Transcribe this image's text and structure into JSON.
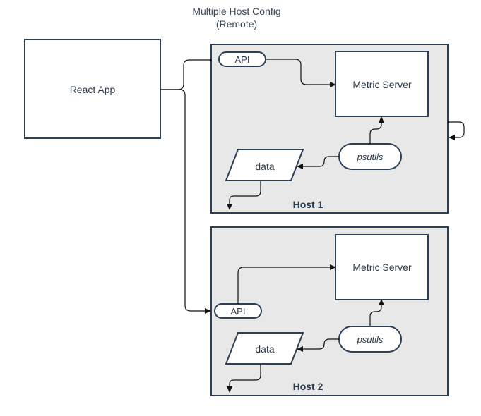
{
  "diagram": {
    "title_line1": "Multiple Host Config",
    "title_line2": "(Remote)",
    "client": {
      "label": "React App"
    },
    "hosts": [
      {
        "label": "Host 1",
        "api": "API",
        "metric_server": "Metric Server",
        "psutils": "psutils",
        "data": "data"
      },
      {
        "label": "Host 2",
        "api": "API",
        "metric_server": "Metric Server",
        "psutils": "psutils",
        "data": "data"
      }
    ]
  }
}
